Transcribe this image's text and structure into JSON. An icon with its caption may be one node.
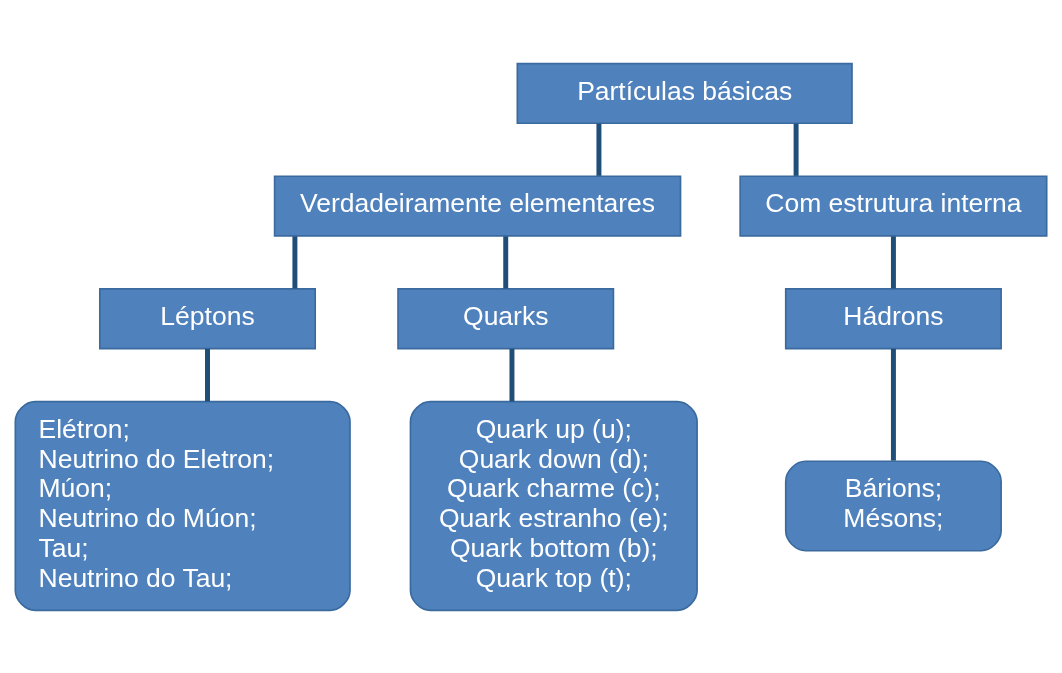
{
  "diagram": {
    "nodes": [
      {
        "text": [
          "Partículas básicas"
        ]
      },
      {
        "text": [
          "Verdadeiramente elementares"
        ]
      },
      {
        "text": [
          "Com estrutura interna"
        ]
      },
      {
        "text": [
          "Léptons"
        ]
      },
      {
        "text": [
          "Quarks"
        ]
      },
      {
        "text": [
          "Hádrons"
        ]
      },
      {
        "text": [
          "Elétron;",
          "Neutrino do Eletron;",
          "Múon;",
          "Neutrino do Múon;",
          "Tau;",
          "Neutrino do Tau;"
        ]
      },
      {
        "text": [
          "Quark up (u);",
          "Quark down (d);",
          "Quark charme (c);",
          "Quark estranho (e);",
          "Quark bottom (b);",
          "Quark top (t);"
        ]
      },
      {
        "text": [
          "Bárions;",
          "Mésons;"
        ]
      }
    ],
    "edges": [
      {
        "from": 0,
        "to": 1,
        "arrow": "none"
      },
      {
        "from": 0,
        "to": 2,
        "arrow": "none"
      },
      {
        "from": 1,
        "to": 3,
        "arrow": "none"
      },
      {
        "from": 1,
        "to": 4,
        "arrow": "none"
      },
      {
        "from": 2,
        "to": 5,
        "arrow": "none"
      },
      {
        "from": 3,
        "to": 6,
        "arrow": "none"
      },
      {
        "from": 4,
        "to": 7,
        "arrow": "none"
      },
      {
        "from": 5,
        "to": 8,
        "arrow": "none"
      }
    ]
  }
}
